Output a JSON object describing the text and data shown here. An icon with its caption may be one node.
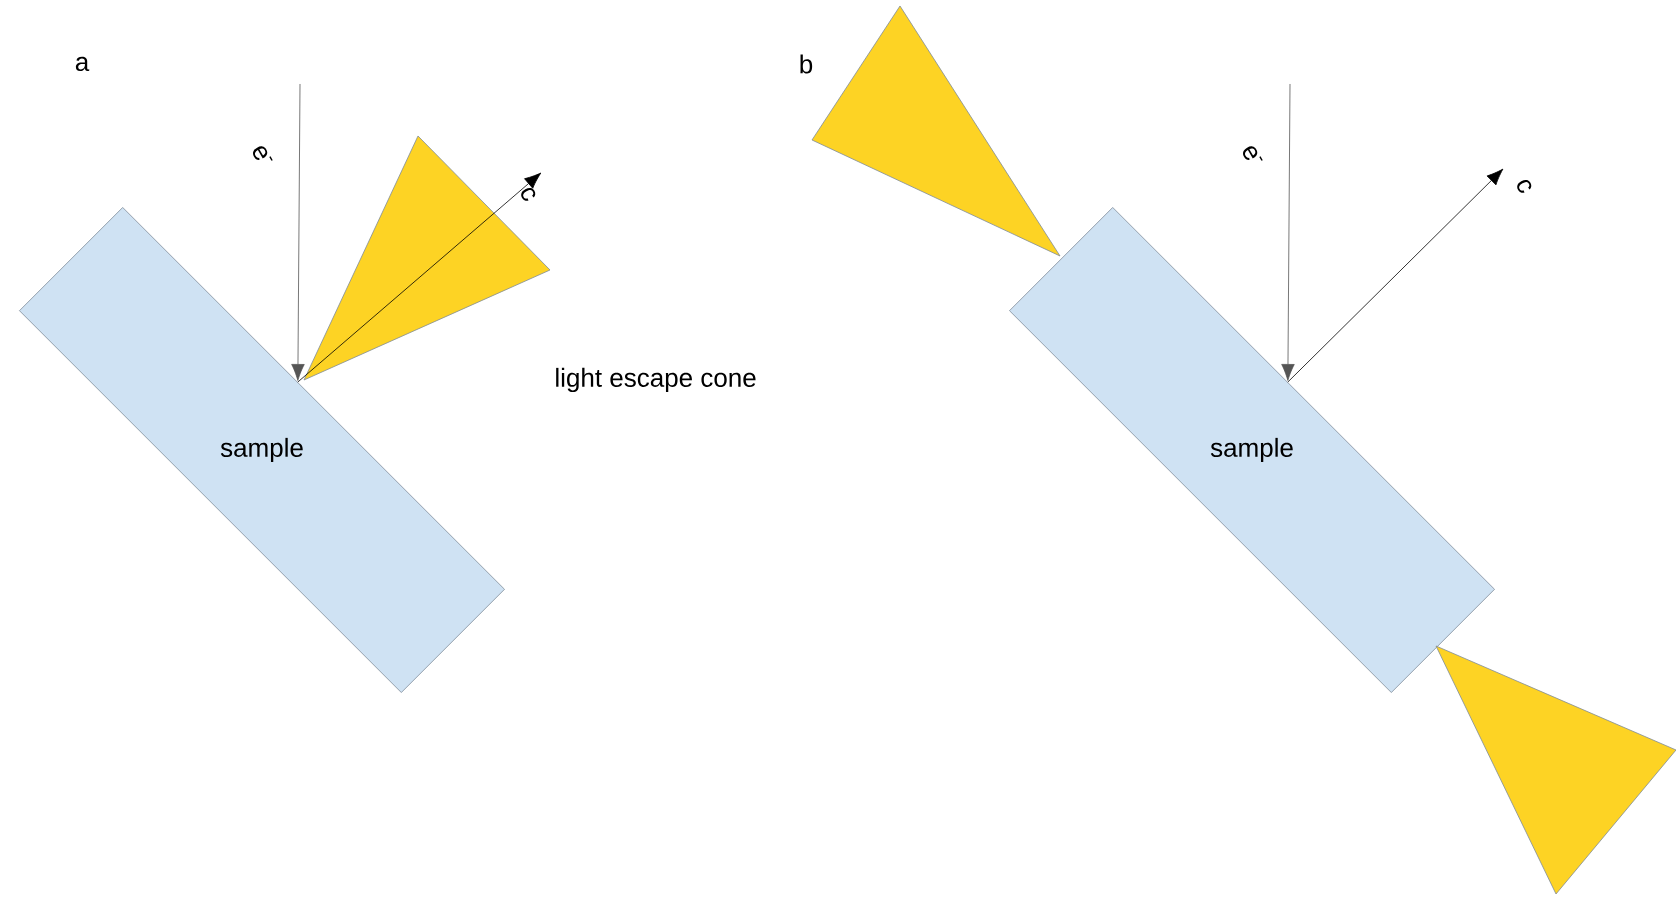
{
  "diagram": {
    "nodes": [
      {
        "text": [
          "sample"
        ]
      },
      {
        "text": [],
        "shape": "triangle",
        "beside": [
          "light escape cone"
        ]
      },
      {
        "text": [],
        "shape": "triangle"
      },
      {
        "text": [
          "sample"
        ]
      },
      {
        "text": [],
        "shape": "triangle"
      }
    ],
    "edges": [
      {
        "from": null,
        "to": 0,
        "arrow": "to",
        "label": "e$^{-}$",
        "color": "#555555"
      },
      {
        "from": 0,
        "to": null,
        "arrow": "to",
        "label": "c",
        "color": "#000000"
      },
      {
        "from": null,
        "to": 3,
        "arrow": "to",
        "label": "e$^{-}$",
        "color": "#555555"
      },
      {
        "from": 3,
        "to": null,
        "arrow": "to",
        "label": "c",
        "color": "#000000"
      }
    ],
    "labels": [
      "a",
      "b"
    ]
  }
}
